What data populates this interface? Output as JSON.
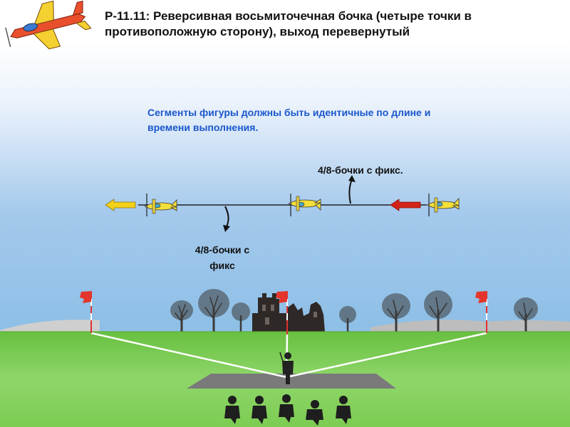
{
  "header": {
    "title": "Р-11.11: Реверсивная восьмиточечная бочка (четыре точки в противоположную сторону), выход перевернутый"
  },
  "note": {
    "text": "Сегменты фигуры должны быть идентичные по длине и времени выполнения."
  },
  "labels": {
    "roll_right": "4/8-бочки с фикс.",
    "roll_left": "4/8-бочки с фикс"
  },
  "colors": {
    "flight_line": "#000000",
    "entry_arrow": "#d42318",
    "exit_arrow": "#f4d018",
    "aircraft": "#f5df3a",
    "grass": "#7ccc52",
    "runway": "#7a7a7a",
    "marker_flag": "#e3352b",
    "title_text": "#111111",
    "note_text": "#1a57cc"
  },
  "icons": {
    "aircraft_logo": "stunt-plane-icon",
    "entry": "red-arrow-left-icon",
    "exit": "yellow-arrow-left-icon",
    "rotation": "curved-arrow-icon",
    "aircraft": "aircraft-icon",
    "marker": "flag-icon",
    "pilot": "pilot-silhouette-icon",
    "judges": "judge-silhouette-icon"
  }
}
